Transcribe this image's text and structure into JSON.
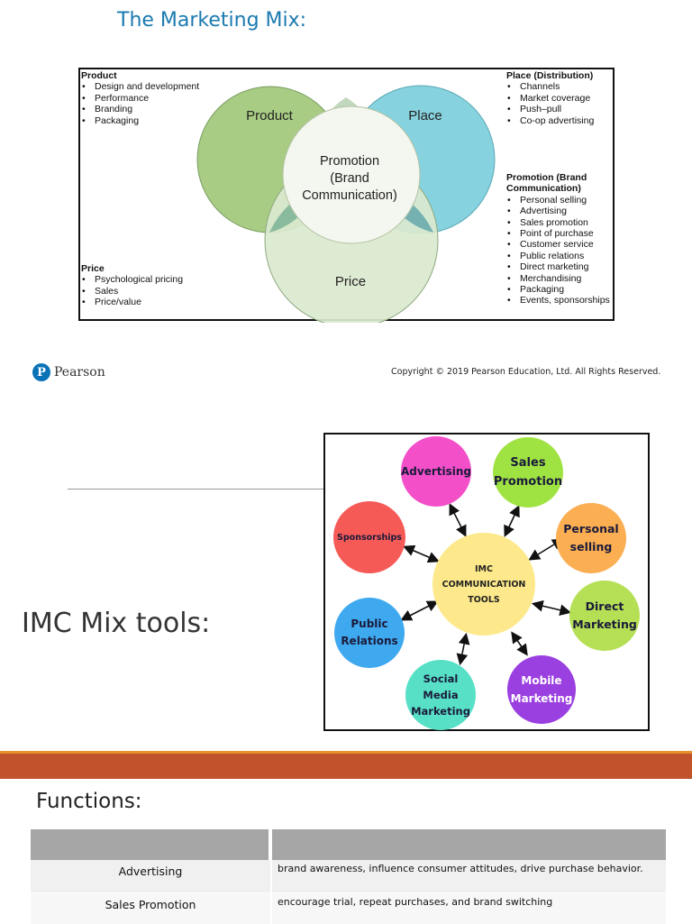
{
  "slide1": {
    "title": "The Marketing Mix:",
    "venn": {
      "circles": {
        "product": "Product",
        "place": "Place",
        "price": "Price",
        "promotion_lines": [
          "Promotion",
          "(Brand",
          "Communication)"
        ]
      },
      "product_list": {
        "heading": "Product",
        "items": [
          "Design and development",
          "Performance",
          "Branding",
          "Packaging"
        ]
      },
      "place_list": {
        "heading": "Place (Distribution)",
        "items": [
          "Channels",
          "Market coverage",
          "Push–pull",
          "Co-op advertising"
        ]
      },
      "promotion_list": {
        "heading_line1": "Promotion (Brand",
        "heading_line2": "Communication)",
        "items": [
          "Personal selling",
          "Advertising",
          "Sales promotion",
          "Point of purchase",
          "Customer service",
          "Public relations",
          "Direct marketing",
          "Merchandising",
          "Packaging",
          "Events, sponsorships"
        ]
      },
      "price_list": {
        "heading": "Price",
        "items": [
          "Psychological pricing",
          "Sales",
          "Price/value"
        ]
      },
      "colors": {
        "product": "#a8cc84",
        "place": "#7fd0dc",
        "price": "#dbe9cf",
        "promotion": "#f4f7ef"
      }
    },
    "footer": {
      "logo_letter": "P",
      "logo_text": "Pearson",
      "copyright": "Copyright © 2019 Pearson Education, Ltd. All Rights Reserved."
    }
  },
  "slide2": {
    "title": "IMC Mix tools:",
    "center_lines": [
      "IMC",
      "COMMUNICATION",
      "TOOLS"
    ],
    "tools": {
      "advertising": {
        "lines": [
          "Advertising"
        ],
        "color": "#f24fc8"
      },
      "sales_promotion": {
        "lines": [
          "Sales",
          "Promotion"
        ],
        "color": "#9fe342"
      },
      "personal_selling": {
        "lines": [
          "Personal",
          "selling"
        ],
        "color": "#fbae52"
      },
      "direct_marketing": {
        "lines": [
          "Direct",
          "Marketing"
        ],
        "color": "#b5df54"
      },
      "mobile_marketing": {
        "lines": [
          "Mobile",
          "Marketing"
        ],
        "color": "#9a3fe0"
      },
      "social_media": {
        "lines": [
          "Social",
          "Media",
          "Marketing"
        ],
        "color": "#57e0c6"
      },
      "public_relations": {
        "lines": [
          "Public",
          "Relations"
        ],
        "color": "#3fa9f0"
      },
      "sponsorships": {
        "lines": [
          "Sponsorships"
        ],
        "color": "#f55a57"
      }
    },
    "center_color": "#fde98b"
  },
  "slide3": {
    "title": "Functions:",
    "rows": [
      {
        "tool": "Advertising",
        "function": "brand awareness, influence consumer attitudes, drive purchase behavior."
      },
      {
        "tool": "Sales Promotion",
        "function": "encourage trial, repeat purchases, and brand switching"
      }
    ]
  }
}
